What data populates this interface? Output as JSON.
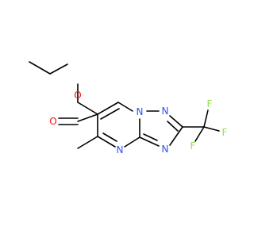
{
  "molecule": {
    "atoms": {
      "ester_o_single": {
        "symbol": "O",
        "color": "#ff0d0d"
      },
      "ester_o_double": {
        "symbol": "O",
        "color": "#ff0d0d"
      },
      "ring_n_bridge": {
        "symbol": "N",
        "color": "#3050f8"
      },
      "ring_n_top": {
        "symbol": "N",
        "color": "#3050f8"
      },
      "ring_n_lower": {
        "symbol": "N",
        "color": "#3050f8"
      },
      "ring_n_pyrim": {
        "symbol": "N",
        "color": "#3050f8"
      },
      "fluorine_1": {
        "symbol": "F",
        "color": "#90e050"
      },
      "fluorine_2": {
        "symbol": "F",
        "color": "#90e050"
      },
      "fluorine_3": {
        "symbol": "F",
        "color": "#90e050"
      }
    },
    "bond_color": "#000000"
  }
}
